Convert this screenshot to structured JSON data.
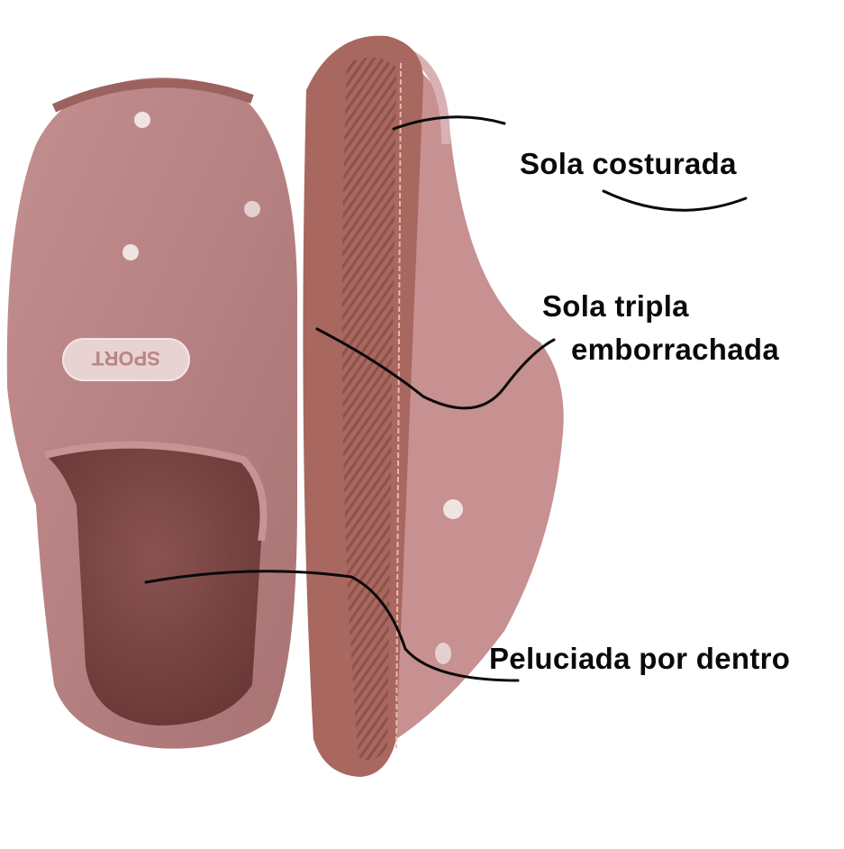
{
  "image": {
    "subject": "pink plush slippers product photo",
    "colors": {
      "background": "#ffffff",
      "plush_upper": "#b98585",
      "plush_upper_light": "#d1a5a6",
      "plush_inner": "#7e4a48",
      "sole": "#a8675f",
      "sole_dark": "#8d514b",
      "dot": "#efe4e2",
      "callout_line": "#0a0a0a",
      "label_text": "#0a0a0a"
    },
    "badge_text": "SPORT",
    "callouts": [
      {
        "id": "stitched-sole",
        "lines": [
          "Sola costurada"
        ]
      },
      {
        "id": "triple-rubber-sole",
        "lines": [
          "Sola tripla",
          "emborrachada"
        ]
      },
      {
        "id": "plush-inside",
        "lines": [
          "Peluciada por dentro"
        ]
      }
    ]
  }
}
